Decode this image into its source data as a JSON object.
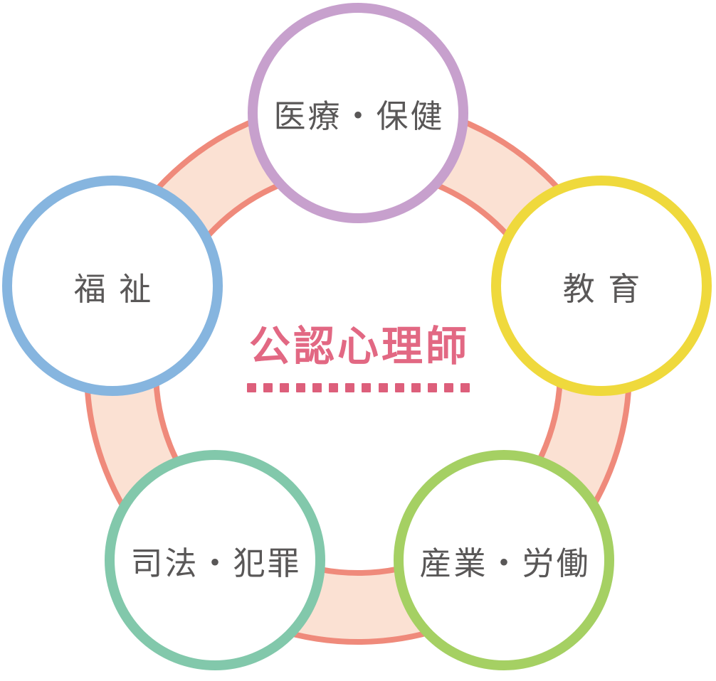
{
  "diagram": {
    "center": {
      "title": "公認心理師",
      "title_color": "#e26883",
      "underline_color": "#dd5f7b",
      "underline_dot_count": 14
    },
    "ring": {
      "fill_color": "#fbe1d3",
      "stroke_color": "#ef8a7b"
    },
    "field_label_color": "#595757",
    "fields": [
      {
        "label": "医療・保健",
        "color": "#c7a0cd",
        "position": "top"
      },
      {
        "label": "教 育",
        "color": "#efd93c",
        "position": "right"
      },
      {
        "label": "産業・労働",
        "color": "#a5d063",
        "position": "bottom-right"
      },
      {
        "label": "司法・犯罪",
        "color": "#82c8ab",
        "position": "bottom-left"
      },
      {
        "label": "福 祉",
        "color": "#86b5df",
        "position": "left"
      }
    ]
  }
}
